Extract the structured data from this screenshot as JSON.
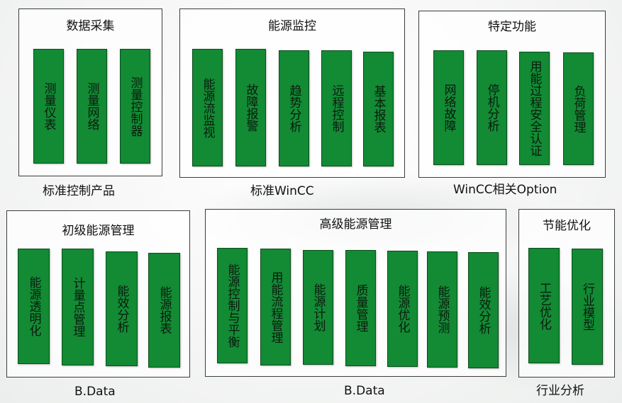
{
  "groups": [
    {
      "title": "数据采集",
      "caption": "标准控制产品",
      "modules": [
        "测量仪表",
        "测量网络",
        "测量控制器"
      ]
    },
    {
      "title": "能源监控",
      "caption": "标准WinCC",
      "modules": [
        "能源流监视",
        "故障报警",
        "趋势分析",
        "远程控制",
        "基本报表"
      ]
    },
    {
      "title": "特定功能",
      "caption": "WinCC相关Option",
      "modules": [
        "网络故障",
        "停机分析",
        "用能过程安全认证",
        "负荷管理"
      ]
    },
    {
      "title": "初级能源管理",
      "caption": "B.Data",
      "modules": [
        "能源透明化",
        "计量点管理",
        "能效分析",
        "能源报表"
      ]
    },
    {
      "title": "高级能源管理",
      "caption": "B.Data",
      "modules": [
        "能源控制与平衡",
        "用能流程管理",
        "能源计划",
        "质量管理",
        "能源优化",
        "能源预测",
        "能效分析"
      ]
    },
    {
      "title": "节能优化",
      "caption": "行业分析",
      "modules": [
        "工艺优化",
        "行业模型"
      ]
    }
  ]
}
